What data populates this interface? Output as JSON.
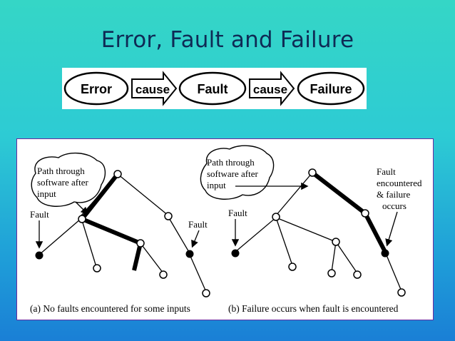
{
  "slide": {
    "title": "Error, Fault and Failure"
  },
  "flow": {
    "error": "Error",
    "cause1": "cause",
    "fault": "Fault",
    "cause2": "cause",
    "failure": "Failure"
  },
  "diagram_a": {
    "path_label_1": "Path through",
    "path_label_2": "software after",
    "path_label_3": "input",
    "fault_left": "Fault",
    "fault_right": "Fault",
    "caption": "(a) No faults encountered for some inputs"
  },
  "diagram_b": {
    "path_label_1": "Path through",
    "path_label_2": "software after",
    "path_label_3": "input",
    "fault_left": "Fault",
    "fault_encountered_1": "Fault",
    "fault_encountered_2": "encountered",
    "fault_encountered_3": "& failure",
    "fault_encountered_4": "occurs",
    "caption": "(b) Failure occurs when fault is encountered"
  }
}
